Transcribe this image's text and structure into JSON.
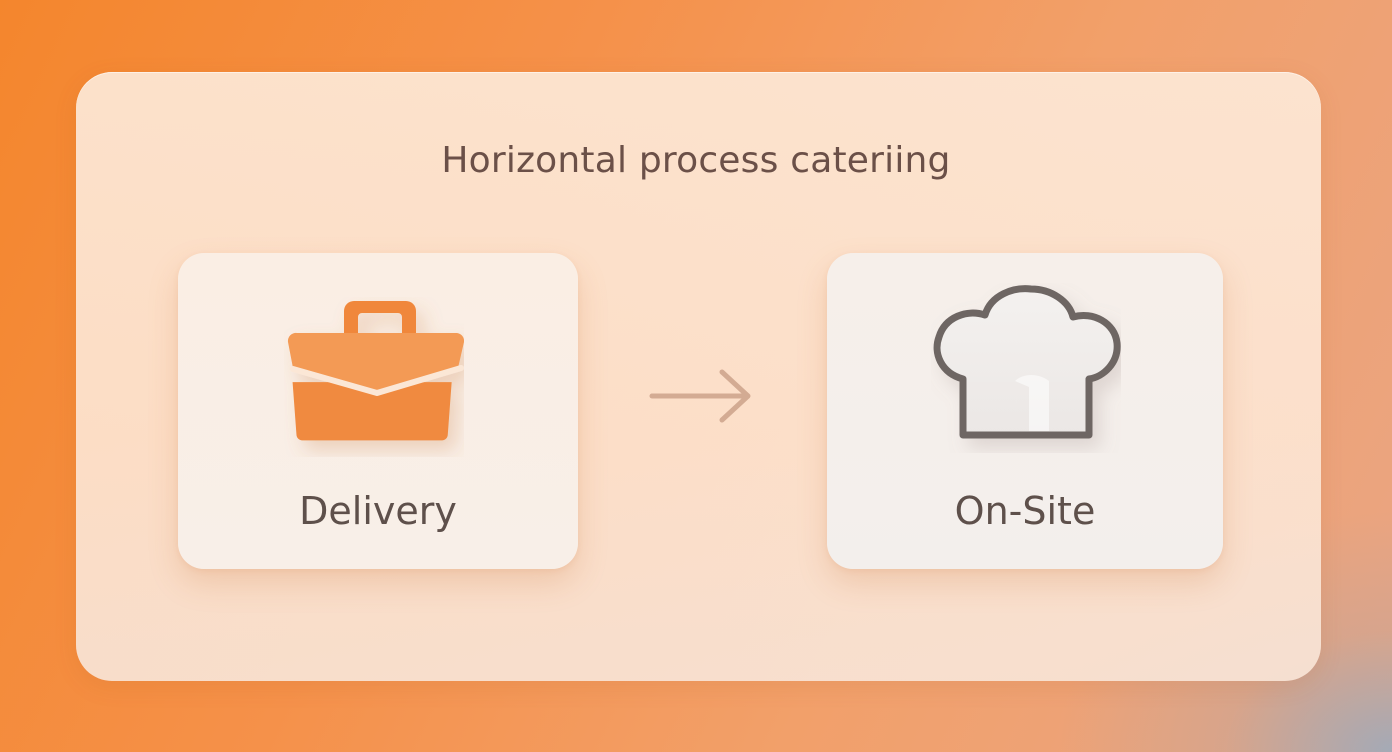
{
  "diagram": {
    "title": "Horizontal process cateriing",
    "steps": [
      {
        "label": "Delivery",
        "icon": "briefcase-icon",
        "color": "#f0873a"
      },
      {
        "label": "On-Site",
        "icon": "chef-hat-icon",
        "color": "#6e6664"
      }
    ],
    "connector": "arrow-right-icon"
  }
}
